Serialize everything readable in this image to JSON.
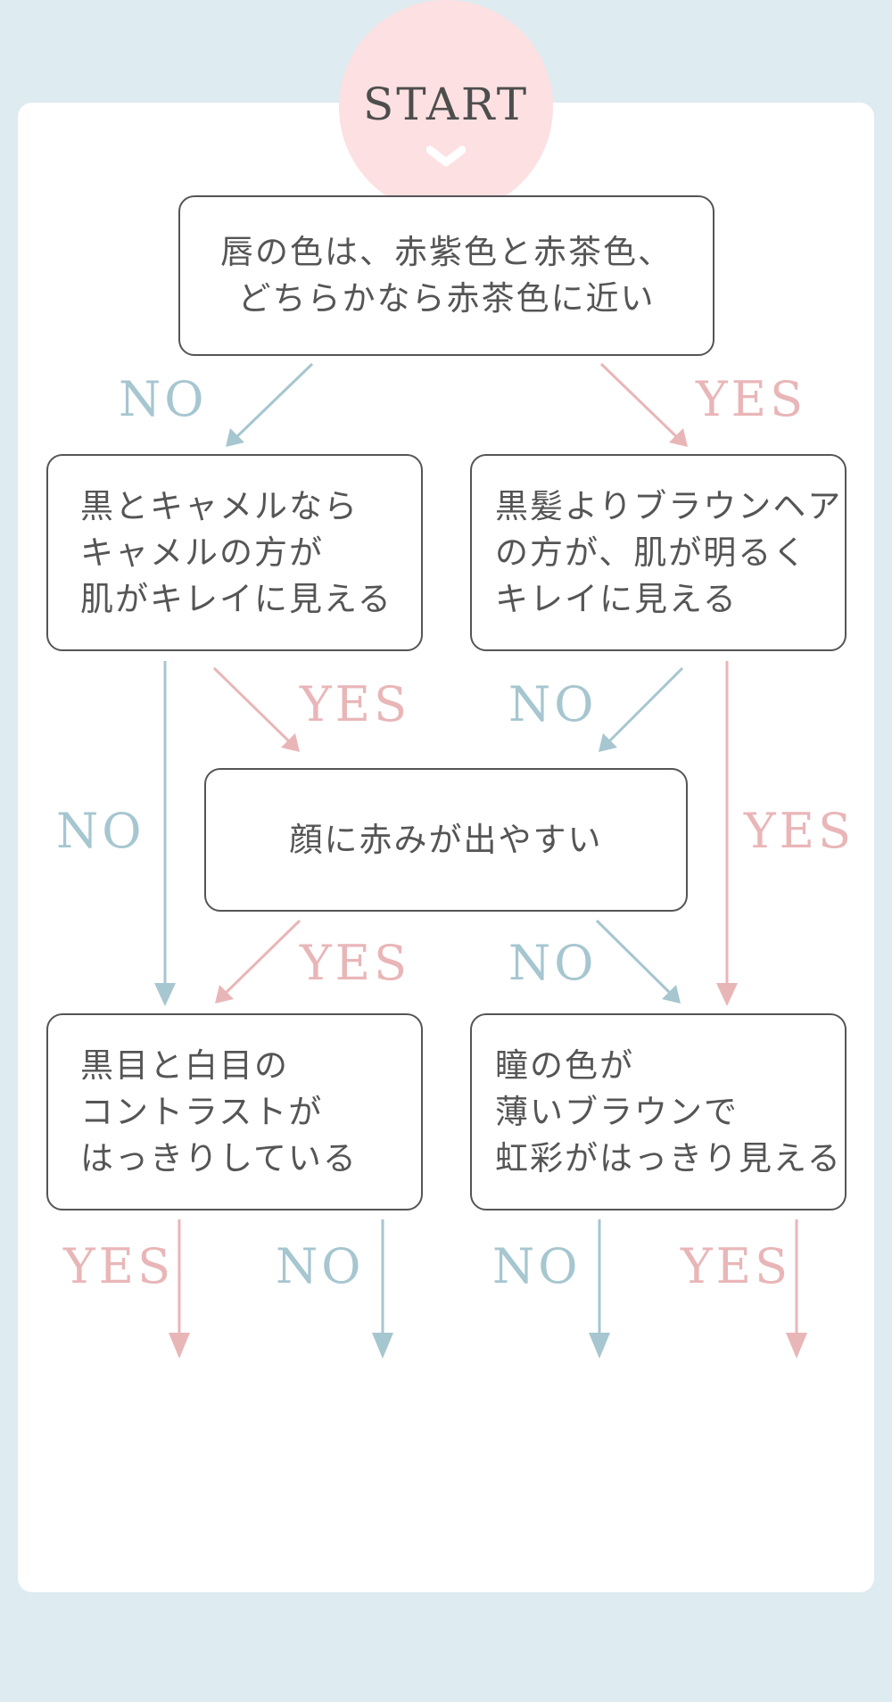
{
  "start": {
    "label": "START"
  },
  "nodes": {
    "q1": {
      "lines": [
        "唇の色は、赤紫色と赤茶色、",
        "どちらかなら赤茶色に近い"
      ]
    },
    "q2": {
      "lines": [
        "黒とキャメルなら",
        "キャメルの方が",
        "肌がキレイに見える"
      ]
    },
    "q3": {
      "lines": [
        "黒髪よりブラウンヘア",
        "の方が、肌が明るく",
        "キレイに見える"
      ]
    },
    "q4": {
      "lines": [
        "顔に赤みが出やすい"
      ]
    },
    "q5": {
      "lines": [
        "黒目と白目の",
        "コントラストが",
        "はっきりしている"
      ]
    },
    "q6": {
      "lines": [
        "瞳の色が",
        "薄いブラウンで",
        "虹彩がはっきり見える"
      ]
    }
  },
  "labels": {
    "no": "NO",
    "yes": "YES"
  },
  "colors": {
    "background": "#deebf0",
    "start_circle": "#fde0e2",
    "no": "#a6c6d0",
    "yes": "#e9b6b8",
    "text": "#555555"
  }
}
